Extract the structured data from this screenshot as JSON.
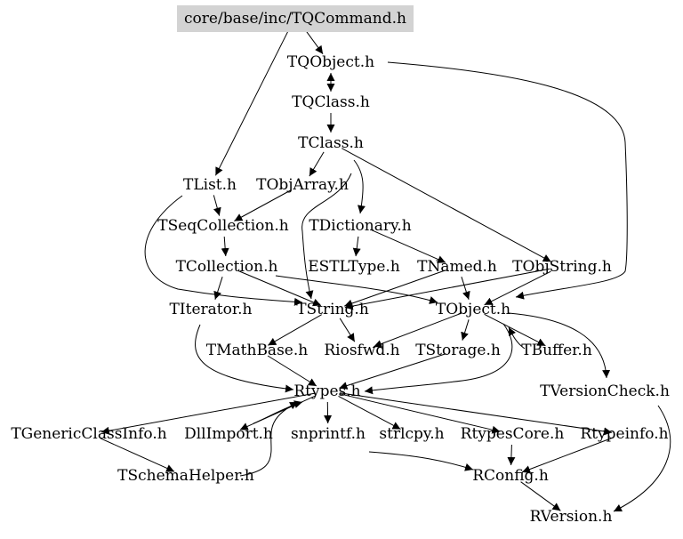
{
  "colors": {
    "edge": "#000000",
    "root_fill": "#d3d3d3",
    "background": "#ffffff"
  },
  "nodes": [
    {
      "id": "cmd",
      "label": "core/base/inc/TQCommand.h",
      "root": true
    },
    {
      "id": "qobj",
      "label": "TQObject.h"
    },
    {
      "id": "qcls",
      "label": "TQClass.h"
    },
    {
      "id": "tcls",
      "label": "TClass.h"
    },
    {
      "id": "tlist",
      "label": "TList.h"
    },
    {
      "id": "toa",
      "label": "TObjArray.h"
    },
    {
      "id": "tseq",
      "label": "TSeqCollection.h"
    },
    {
      "id": "tdict",
      "label": "TDictionary.h"
    },
    {
      "id": "tcoll",
      "label": "TCollection.h"
    },
    {
      "id": "estl",
      "label": "ESTLType.h"
    },
    {
      "id": "tnamed",
      "label": "TNamed.h"
    },
    {
      "id": "tos",
      "label": "TObjString.h"
    },
    {
      "id": "titer",
      "label": "TIterator.h"
    },
    {
      "id": "tstr",
      "label": "TString.h"
    },
    {
      "id": "tobj",
      "label": "TObject.h"
    },
    {
      "id": "tmath",
      "label": "TMathBase.h"
    },
    {
      "id": "rios",
      "label": "Riosfwd.h"
    },
    {
      "id": "tstor",
      "label": "TStorage.h"
    },
    {
      "id": "tbuf",
      "label": "TBuffer.h"
    },
    {
      "id": "tvc",
      "label": "TVersionCheck.h"
    },
    {
      "id": "rtypes",
      "label": "Rtypes.h"
    },
    {
      "id": "tgci",
      "label": "TGenericClassInfo.h"
    },
    {
      "id": "dll",
      "label": "DllImport.h"
    },
    {
      "id": "snp",
      "label": "snprintf.h"
    },
    {
      "id": "strl",
      "label": "strlcpy.h"
    },
    {
      "id": "rcore",
      "label": "RtypesCore.h"
    },
    {
      "id": "rinfo",
      "label": "Rtypeinfo.h"
    },
    {
      "id": "tsh",
      "label": "TSchemaHelper.h"
    },
    {
      "id": "rconf",
      "label": "RConfig.h"
    },
    {
      "id": "rver",
      "label": "RVersion.h"
    }
  ],
  "edges": [
    [
      "cmd",
      "qobj"
    ],
    [
      "cmd",
      "tlist"
    ],
    [
      "cmd",
      "tobj"
    ],
    [
      "qobj",
      "qcls"
    ],
    [
      "qcls",
      "qobj"
    ],
    [
      "qcls",
      "tcls"
    ],
    [
      "tcls",
      "toa"
    ],
    [
      "tcls",
      "tdict"
    ],
    [
      "tcls",
      "tstr"
    ],
    [
      "tcls",
      "tos"
    ],
    [
      "tlist",
      "tseq"
    ],
    [
      "tlist",
      "tstr"
    ],
    [
      "toa",
      "tseq"
    ],
    [
      "tseq",
      "tcoll"
    ],
    [
      "tdict",
      "estl"
    ],
    [
      "tdict",
      "tnamed"
    ],
    [
      "tcoll",
      "titer"
    ],
    [
      "tcoll",
      "tstr"
    ],
    [
      "tcoll",
      "tobj"
    ],
    [
      "tnamed",
      "tstr"
    ],
    [
      "tnamed",
      "tobj"
    ],
    [
      "tos",
      "tstr"
    ],
    [
      "tos",
      "tobj"
    ],
    [
      "titer",
      "rtypes"
    ],
    [
      "tstr",
      "tmath"
    ],
    [
      "tstr",
      "rios"
    ],
    [
      "tobj",
      "rios"
    ],
    [
      "tobj",
      "tstor"
    ],
    [
      "tobj",
      "tbuf"
    ],
    [
      "tobj",
      "tvc"
    ],
    [
      "tobj",
      "rtypes"
    ],
    [
      "tbuf",
      "tobj"
    ],
    [
      "tmath",
      "rtypes"
    ],
    [
      "tstor",
      "rtypes"
    ],
    [
      "rtypes",
      "tgci"
    ],
    [
      "rtypes",
      "dll"
    ],
    [
      "rtypes",
      "snp"
    ],
    [
      "rtypes",
      "strl"
    ],
    [
      "rtypes",
      "rcore"
    ],
    [
      "rtypes",
      "rinfo"
    ],
    [
      "dll",
      "rtypes"
    ],
    [
      "tsh",
      "rtypes"
    ],
    [
      "tgci",
      "tsh"
    ],
    [
      "snp",
      "rconf"
    ],
    [
      "rcore",
      "rconf"
    ],
    [
      "rinfo",
      "rconf"
    ],
    [
      "rconf",
      "rver"
    ],
    [
      "tvc",
      "rver"
    ]
  ]
}
